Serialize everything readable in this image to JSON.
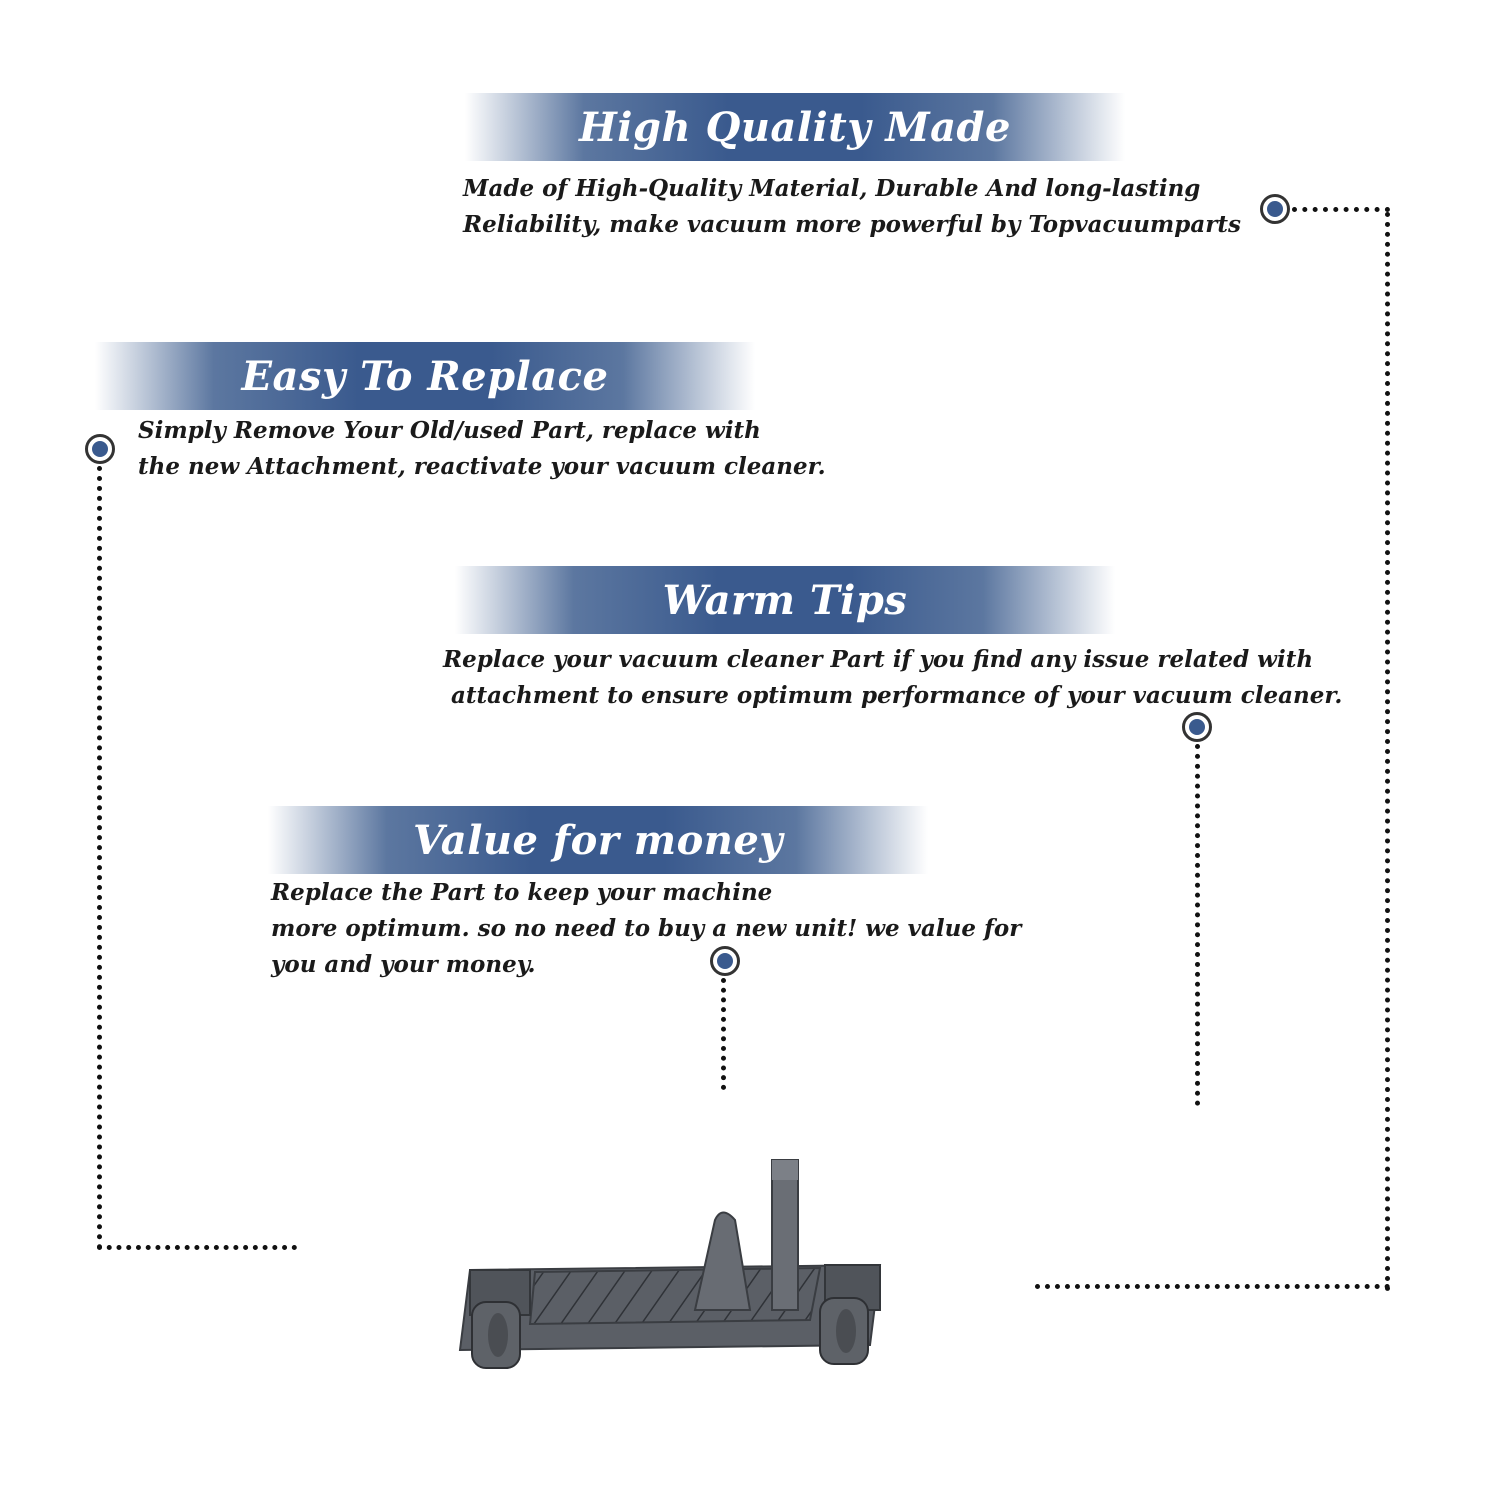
{
  "sections": [
    {
      "title": "High Quality Made",
      "lines": [
        "Made of  High-Quality Material, Durable And long-lasting",
        "Reliability, make vacuum more powerful by Topvacuumparts"
      ]
    },
    {
      "title": "Easy To Replace",
      "lines": [
        "Simply Remove Your Old/used Part, replace with",
        "the new Attachment, reactivate your vacuum cleaner."
      ]
    },
    {
      "title": "Warm Tips",
      "lines": [
        "Replace your vacuum cleaner Part if you find any issue related with",
        " attachment to ensure optimum performance of your vacuum cleaner."
      ]
    },
    {
      "title": "Value for money",
      "lines": [
        "Replace the Part to keep your machine",
        "more optimum. so no need to buy a new unit! we value for",
        "you and your money."
      ]
    }
  ],
  "colors": {
    "banner_blue": "#3a5a8e",
    "bullet_blue": "#3a5a8e",
    "product_gray": "#5b5f66"
  },
  "icons": {
    "bullet": "target-bullet-icon",
    "product": "vacuum-brush-base-part-image"
  }
}
